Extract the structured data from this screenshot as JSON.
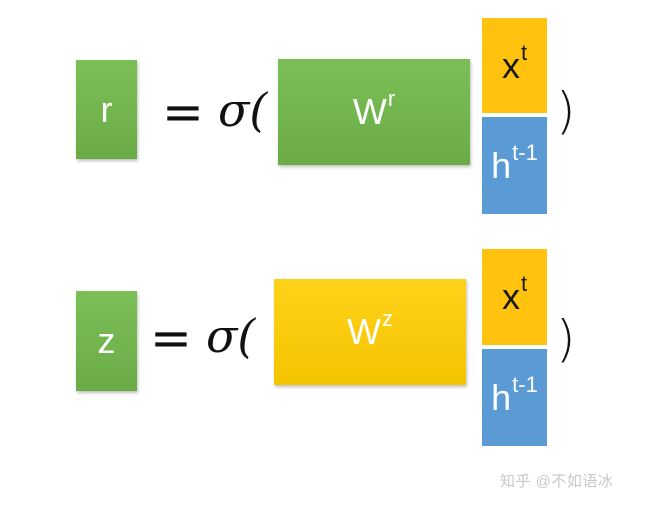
{
  "colors": {
    "green": "#70b44c",
    "yellow": "#ffc20e",
    "blue": "#5b9bd5"
  },
  "equations": [
    {
      "lhs": "r",
      "equals": "=",
      "sigma": "σ(",
      "weight": {
        "base": "W",
        "sup": "r",
        "color": "green"
      },
      "vector": [
        {
          "base": "x",
          "sup": "t"
        },
        {
          "base": "h",
          "sup": "t-1"
        }
      ],
      "close": ")"
    },
    {
      "lhs": "z",
      "equals": "=",
      "sigma": "σ(",
      "weight": {
        "base": "W",
        "sup": "z",
        "color": "yellow"
      },
      "vector": [
        {
          "base": "x",
          "sup": "t"
        },
        {
          "base": "h",
          "sup": "t-1"
        }
      ],
      "close": ")"
    }
  ],
  "watermark": "知乎 @不如语冰"
}
